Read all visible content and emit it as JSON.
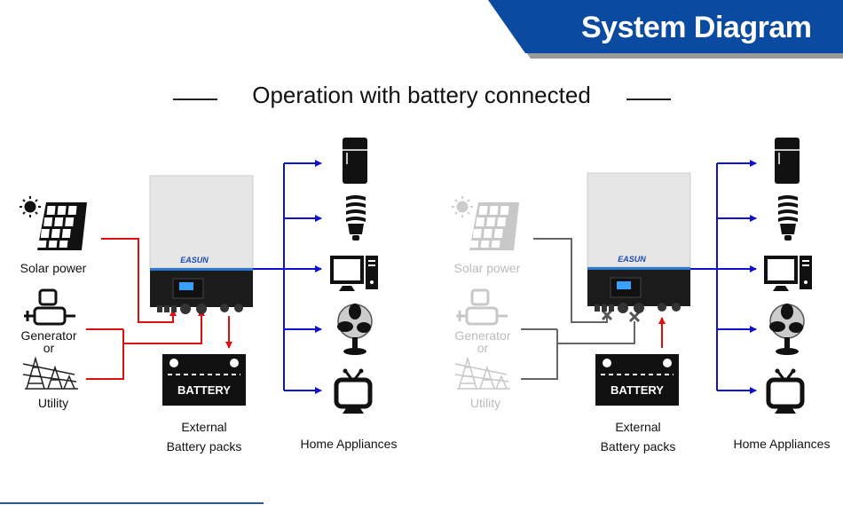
{
  "header": {
    "title": "System Diagram",
    "banner_color": "#0a4aa0",
    "banner_shadow": "#8a8a8a"
  },
  "subtitle": "Operation with battery connected",
  "colors": {
    "input_active": "#e01010",
    "input_disconnected": "#666666",
    "output": "#1010d0",
    "battery_flow": "#e01010"
  },
  "left_diagram": {
    "sources": {
      "solar_label": "Solar power",
      "generator_label": "Generator",
      "or_label": "or",
      "utility_label": "Utility"
    },
    "inverter_brand": "EASUN",
    "battery_label": "BATTERY",
    "battery_caption_line1": "External",
    "battery_caption_line2": "Battery packs",
    "battery_flow": "charging",
    "appliances_label": "Home Appliances",
    "appliances": [
      "refrigerator",
      "light-bulb",
      "computer",
      "fan",
      "tv"
    ]
  },
  "right_diagram": {
    "sources": {
      "solar_label": "Solar power",
      "generator_label": "Generator",
      "or_label": "or",
      "utility_label": "Utility"
    },
    "inverter_brand": "EASUN",
    "battery_label": "BATTERY",
    "battery_caption_line1": "External",
    "battery_caption_line2": "Battery packs",
    "battery_flow": "discharging",
    "appliances_label": "Home Appliances",
    "appliances": [
      "refrigerator",
      "light-bulb",
      "computer",
      "fan",
      "tv"
    ]
  }
}
